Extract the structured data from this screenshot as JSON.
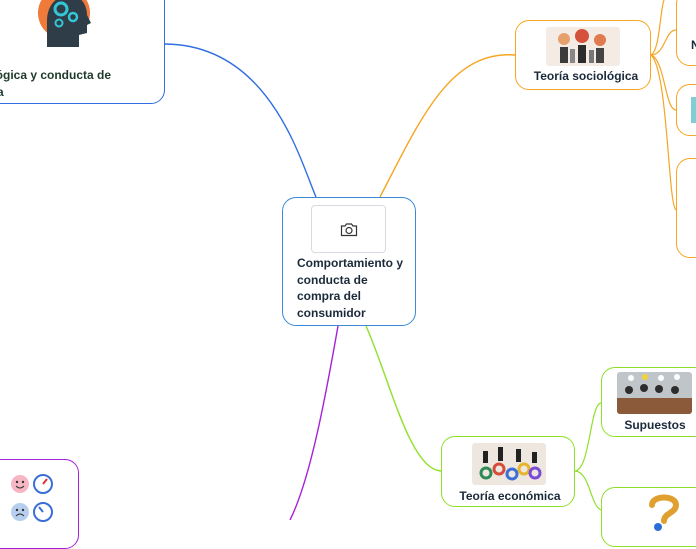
{
  "central": {
    "title": "Comportamiento y conducta de compra del consumidor",
    "image_icon": "camera-icon",
    "border_color": "#3a8ad6"
  },
  "branches": {
    "psych": {
      "title": "ológica y conducta de\npra",
      "color": "#2f6fe0",
      "image_icon": "head-gears-icon"
    },
    "socio": {
      "title": "Teoría sociológica",
      "color": "#f5a623",
      "image_icon": "group-people-icon"
    },
    "econ": {
      "title": "Teoría económica",
      "color": "#8fe02a",
      "image_icon": "gears-business-icon",
      "children": {
        "supuestos": {
          "title": "Supuestos",
          "image_icon": "meeting-icon"
        },
        "question": {
          "image_icon": "question-mark-icon"
        }
      }
    },
    "behav": {
      "color": "#a621d9",
      "image_icon": "emoji-faces-icon"
    }
  }
}
